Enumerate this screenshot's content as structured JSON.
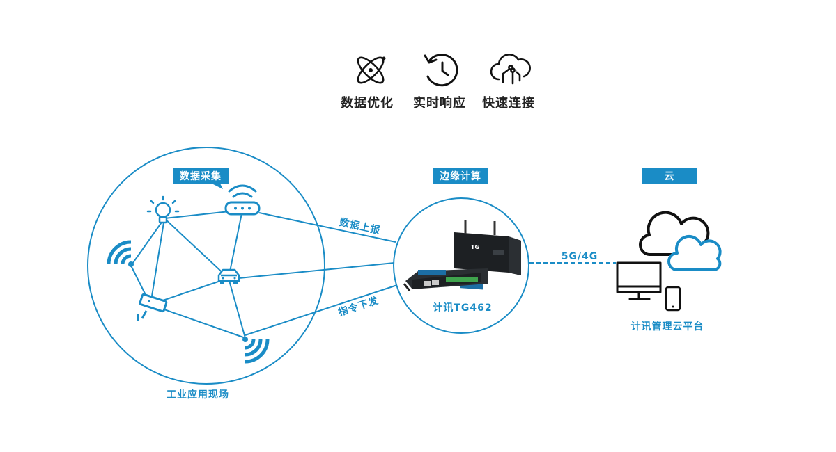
{
  "features": [
    {
      "label": "数据优化",
      "icon": "atom-icon"
    },
    {
      "label": "实时响应",
      "icon": "history-clock-icon"
    },
    {
      "label": "快速连接",
      "icon": "cloud-circuit-icon"
    }
  ],
  "field": {
    "tag": "数据采集",
    "caption": "工业应用现场"
  },
  "edge": {
    "tag": "边缘计算",
    "device_label": "计讯TG462",
    "device_brand": "TG"
  },
  "cloud": {
    "tag": "云",
    "caption": "计讯管理云平台"
  },
  "links": {
    "upload": "数据上报",
    "command": "指令下发",
    "network": "5G/4G"
  },
  "colors": {
    "primary": "#1a8cc6",
    "tag_bg": "#1a8cc6",
    "dark": "#111111",
    "text": "#222222"
  }
}
